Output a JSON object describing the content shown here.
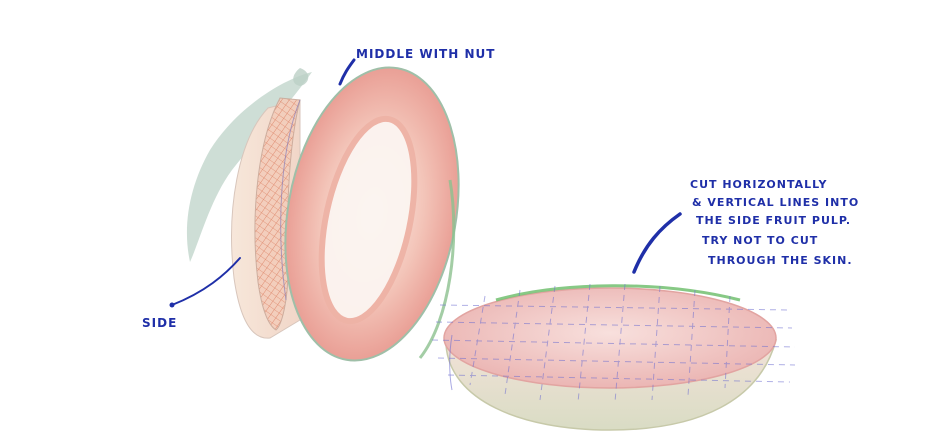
{
  "labels": {
    "middle": "MIDDLE WITH NUT",
    "side": "SIDE",
    "instruction_lines": [
      "CUT HORIZONTALLY",
      "& VERTICAL LINES INTO",
      "THE SIDE FRUIT PULP.",
      "TRY NOT TO CUT",
      "THROUGH THE SKIN."
    ]
  },
  "colors": {
    "ink": "#1f2fa8",
    "flesh": "#e9a29a",
    "flesh_light": "#f6d6cc",
    "skin_green": "#7cc37a",
    "leaf": "#b7cfc5",
    "nut_hatch": "#e38d72"
  }
}
